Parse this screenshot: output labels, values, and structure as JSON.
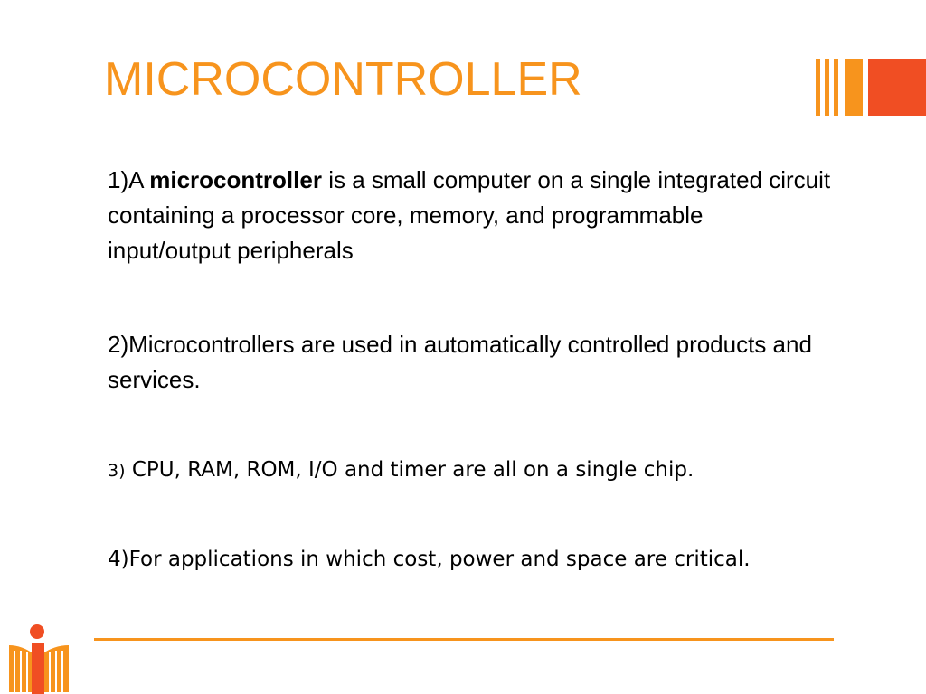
{
  "slide": {
    "title": "MICROCONTROLLER",
    "points": [
      {
        "prefix": "1)A ",
        "bold": "microcontroller",
        "rest": " is a small computer on a single integrated circuit containing a processor core, memory, and programmable input/output peripherals"
      },
      {
        "text": "2)Microcontrollers are used in automatically controlled products and services."
      },
      {
        "number": "3)",
        "text": " CPU, RAM, ROM, I/O and timer are all on a single chip."
      },
      {
        "text": "4)For applications in which cost, power and space are critical."
      }
    ]
  },
  "theme": {
    "accent_orange": "#f7941d",
    "accent_red": "#f04e23",
    "corner_icon": "orange-bars-decoration",
    "logo_icon": "book-person-logo"
  }
}
